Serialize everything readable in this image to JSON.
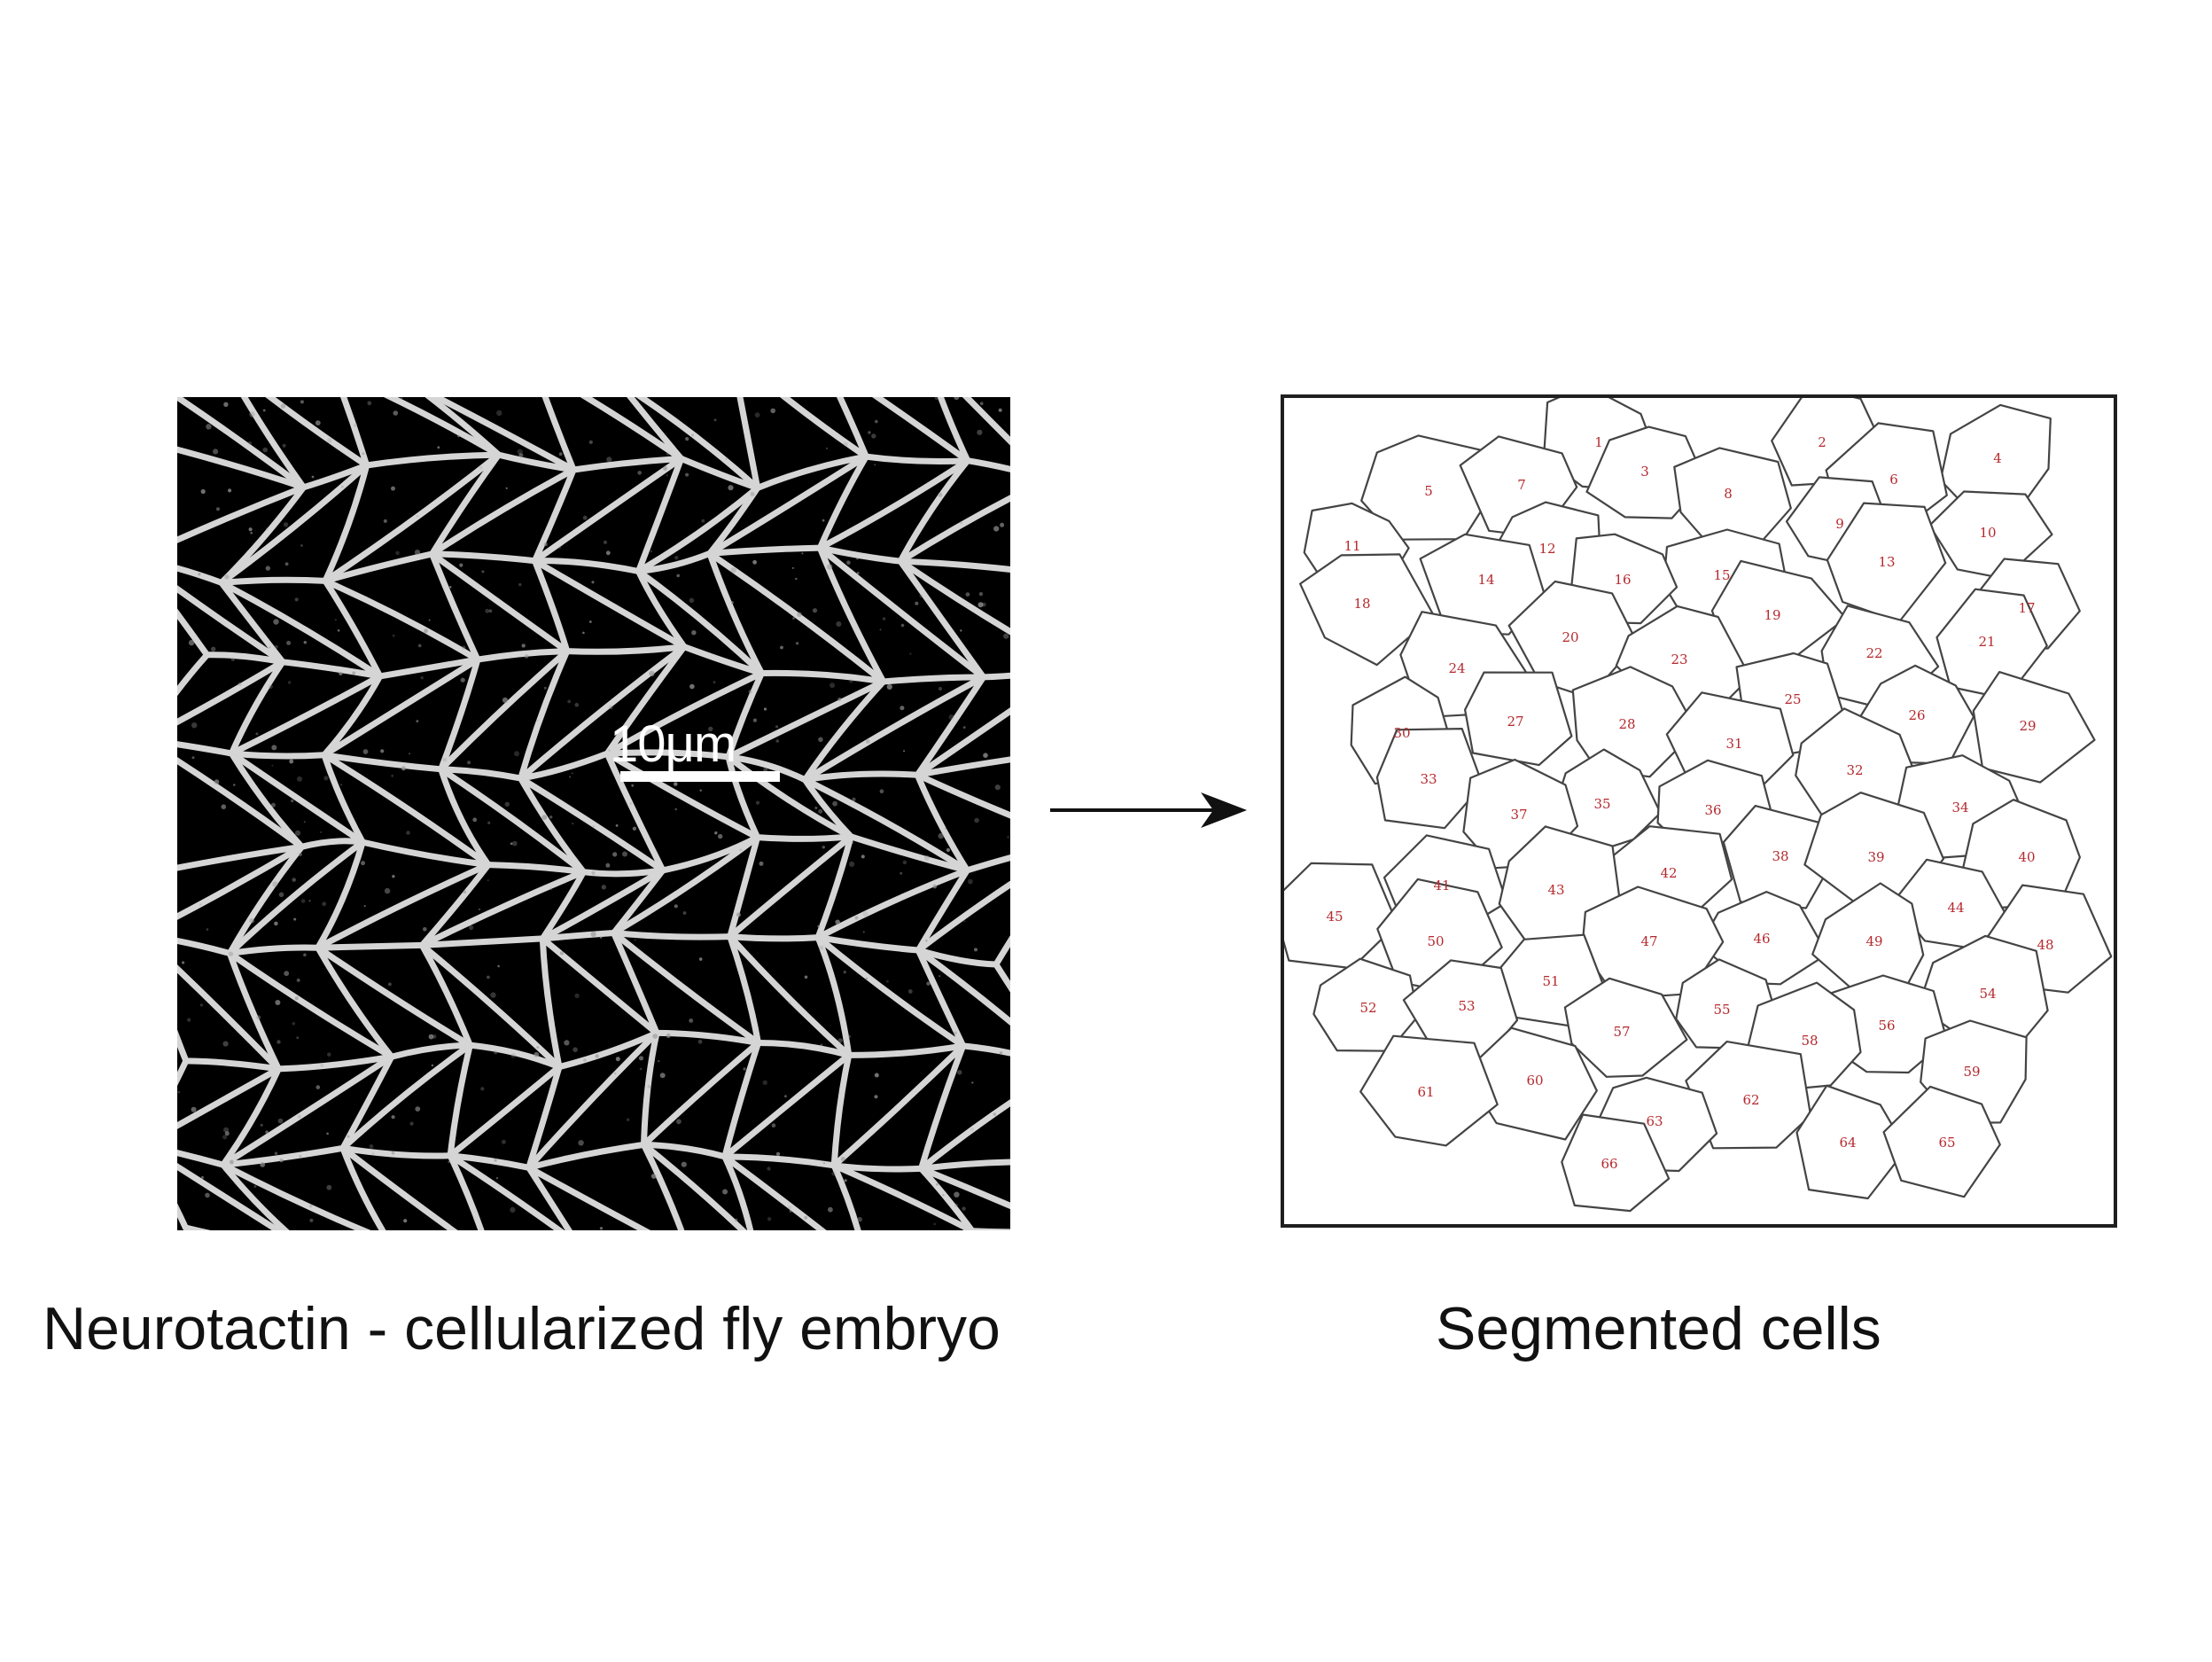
{
  "left_panel": {
    "caption": "Neurotactin - cellularized fly embryo",
    "scale_bar_label": "10μm"
  },
  "right_panel": {
    "caption": "Segmented cells",
    "cell_label_color": "#b5292e",
    "cell_labels": [
      "1",
      "2",
      "3",
      "4",
      "5",
      "6",
      "7",
      "8",
      "9",
      "10",
      "11",
      "12",
      "13",
      "14",
      "15",
      "16",
      "17",
      "18",
      "19",
      "20",
      "21",
      "22",
      "23",
      "24",
      "25",
      "26",
      "27",
      "28",
      "29",
      "30",
      "31",
      "32",
      "33",
      "34",
      "35",
      "36",
      "37",
      "38",
      "39",
      "40",
      "41",
      "42",
      "43",
      "44",
      "45",
      "46",
      "47",
      "48",
      "49",
      "50",
      "51",
      "52",
      "53",
      "54",
      "55",
      "56",
      "57",
      "58",
      "59",
      "60",
      "61",
      "62",
      "63",
      "64",
      "65",
      "66"
    ]
  },
  "arrow": {
    "icon": "arrow-right-icon"
  }
}
